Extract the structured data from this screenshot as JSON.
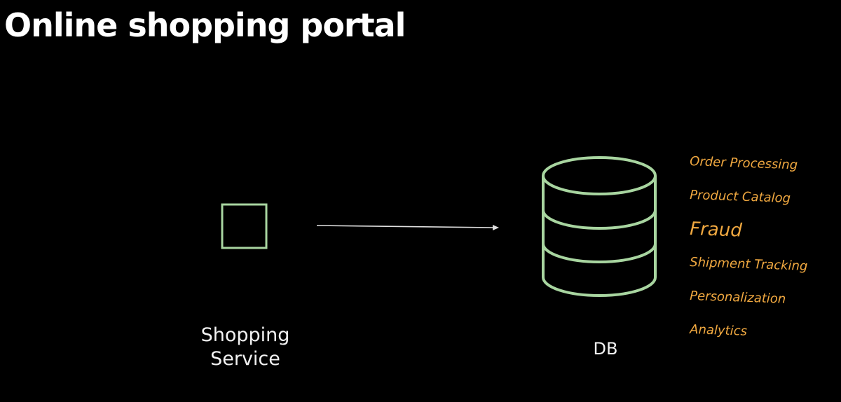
{
  "title": "Online shopping portal",
  "colors": {
    "background": "#000000",
    "node_stroke": "#a8d5a0",
    "arrow": "#e0e0e0",
    "annotation": "#f0a840",
    "text": "#ffffff"
  },
  "nodes": {
    "service": {
      "label_line1": "Shopping",
      "label_line2": "Service",
      "icon": "square-icon"
    },
    "database": {
      "label": "DB",
      "icon": "database-cylinder-icon"
    }
  },
  "edges": [
    {
      "from": "service",
      "to": "database",
      "style": "arrow"
    }
  ],
  "annotations": [
    "Order Processing",
    "Product Catalog",
    "Fraud",
    "Shipment Tracking",
    "Personalization",
    "Analytics"
  ]
}
